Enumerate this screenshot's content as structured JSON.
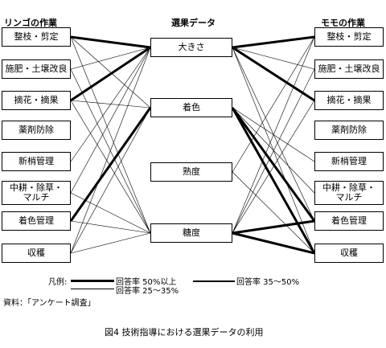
{
  "headers": {
    "apple": "リンゴの作業",
    "selection": "選果データ",
    "peach": "モモの作業"
  },
  "apple_tasks": [
    "整枝・剪定",
    "施肥・土壌改良",
    "摘花・摘果",
    "薬剤防除",
    "新梢管理",
    "中耕・除草・マルチ",
    "着色管理",
    "収穫"
  ],
  "selection_data": [
    "大きさ",
    "着色",
    "熟度",
    "糖度"
  ],
  "peach_tasks": [
    "整枝・剪定",
    "施肥・土壌改良",
    "摘花・摘果",
    "薬剤防除",
    "新梢管理",
    "中耕・除草・マルチ",
    "着色管理",
    "収穫"
  ],
  "legend": {
    "label": "凡例:",
    "rate_high": "回答率 50%以上",
    "rate_mid": "回答率 35～50%",
    "rate_low": "回答率 25～35%"
  },
  "source": "資料：「アンケート調査」",
  "caption": "図4  技術指導における選果データの利用",
  "connections": {
    "apple": [
      {
        "task": 0,
        "data": 0,
        "level": 3
      },
      {
        "task": 0,
        "data": 1,
        "level": 1
      },
      {
        "task": 0,
        "data": 3,
        "level": 1
      },
      {
        "task": 1,
        "data": 0,
        "level": 1
      },
      {
        "task": 1,
        "data": 3,
        "level": 1
      },
      {
        "task": 2,
        "data": 0,
        "level": 3
      },
      {
        "task": 2,
        "data": 1,
        "level": 1
      },
      {
        "task": 2,
        "data": 3,
        "level": 1
      },
      {
        "task": 4,
        "data": 0,
        "level": 1
      },
      {
        "task": 5,
        "data": 0,
        "level": 1
      },
      {
        "task": 5,
        "data": 3,
        "level": 1
      },
      {
        "task": 6,
        "data": 1,
        "level": 3
      },
      {
        "task": 6,
        "data": 3,
        "level": 1
      },
      {
        "task": 7,
        "data": 0,
        "level": 1
      },
      {
        "task": 7,
        "data": 1,
        "level": 1
      },
      {
        "task": 7,
        "data": 3,
        "level": 1
      }
    ],
    "peach": [
      {
        "task": 0,
        "data": 0,
        "level": 3
      },
      {
        "task": 0,
        "data": 3,
        "level": 1
      },
      {
        "task": 1,
        "data": 0,
        "level": 1
      },
      {
        "task": 1,
        "data": 3,
        "level": 1
      },
      {
        "task": 2,
        "data": 0,
        "level": 3
      },
      {
        "task": 2,
        "data": 3,
        "level": 1
      },
      {
        "task": 4,
        "data": 1,
        "level": 1
      },
      {
        "task": 5,
        "data": 1,
        "level": 1
      },
      {
        "task": 6,
        "data": 1,
        "level": 3
      },
      {
        "task": 6,
        "data": 3,
        "level": 3
      },
      {
        "task": 6,
        "data": 0,
        "level": 1
      },
      {
        "task": 7,
        "data": 1,
        "level": 3
      },
      {
        "task": 7,
        "data": 3,
        "level": 3
      },
      {
        "task": 7,
        "data": 2,
        "level": 1
      },
      {
        "task": 7,
        "data": 0,
        "level": 1
      },
      {
        "task": 0,
        "data": 2,
        "level": 1
      }
    ]
  }
}
